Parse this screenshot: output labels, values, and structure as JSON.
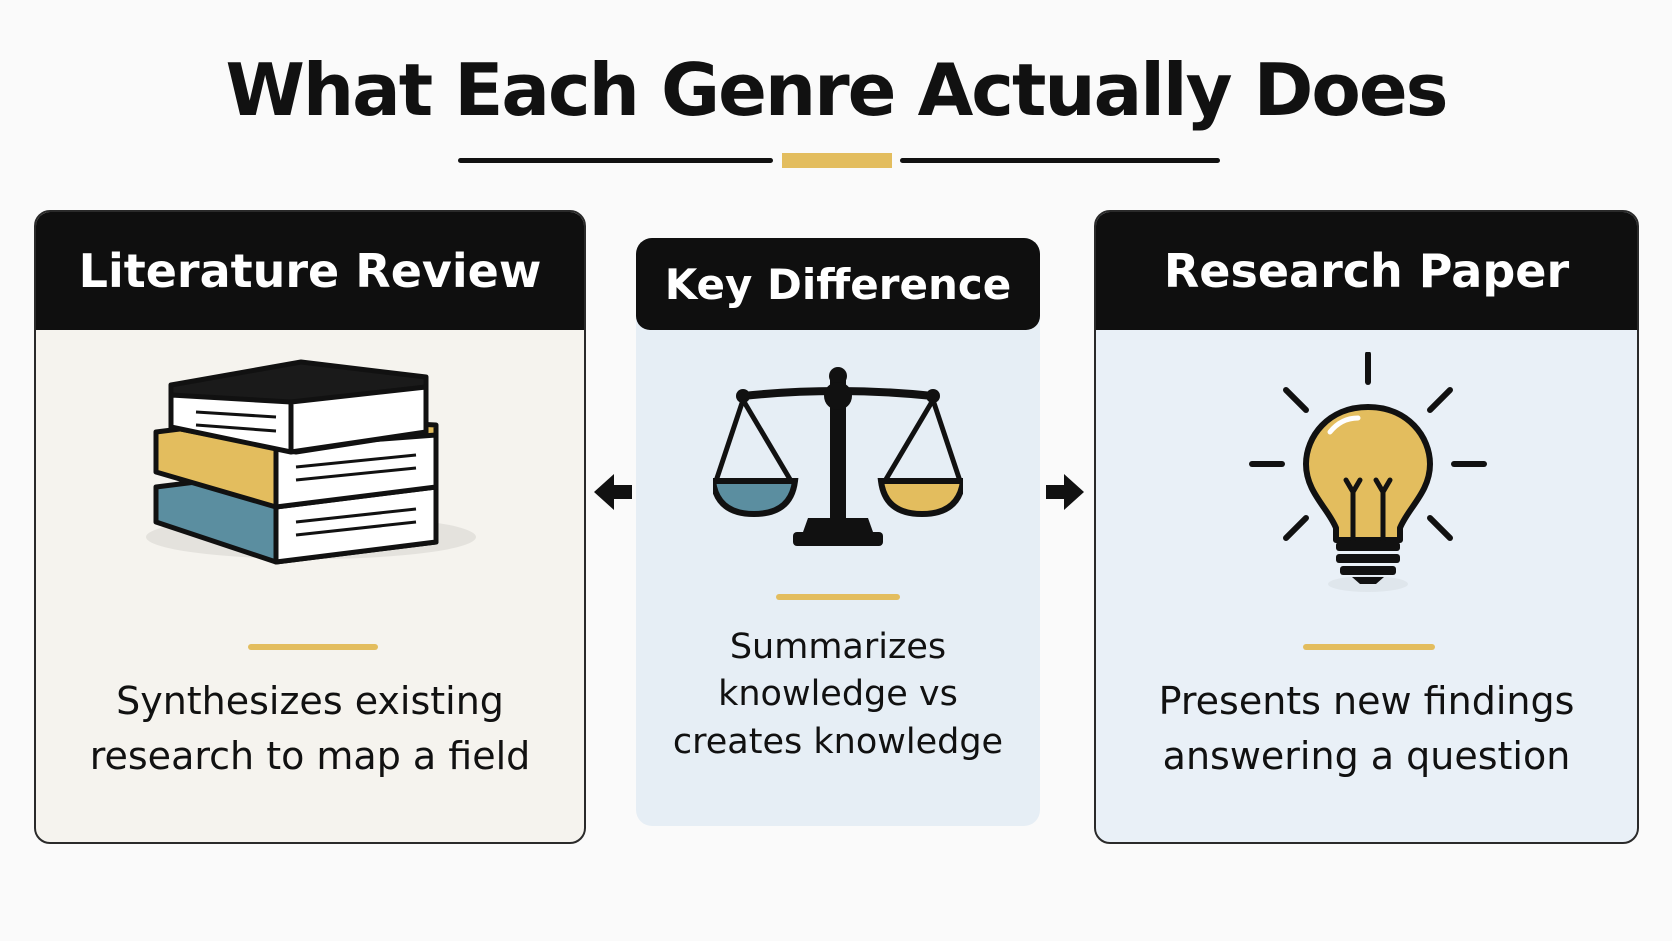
{
  "title": "What Each Genre Actually Does",
  "colors": {
    "accent": "#e3bd5e",
    "dark": "#0f0f0f",
    "teal": "#5b8ea0",
    "left_panel": "#f5f3ee",
    "right_panel": "#e9f0f7",
    "center_panel": "#e6eef5"
  },
  "cards": {
    "left": {
      "heading": "Literature Review",
      "icon": "book-stack-icon",
      "description_line1": "Synthesizes existing",
      "description_line2": "research to map a field"
    },
    "center": {
      "heading": "Key Difference",
      "icon": "balance-scale-icon",
      "description_line1": "Summarizes",
      "description_line2": "knowledge vs",
      "description_line3": "creates knowledge"
    },
    "right": {
      "heading": "Research Paper",
      "icon": "lightbulb-icon",
      "description_line1": "Presents new findings",
      "description_line2": "answering a question"
    }
  },
  "arrows": {
    "left": "arrow-left-icon",
    "right": "arrow-right-icon"
  }
}
